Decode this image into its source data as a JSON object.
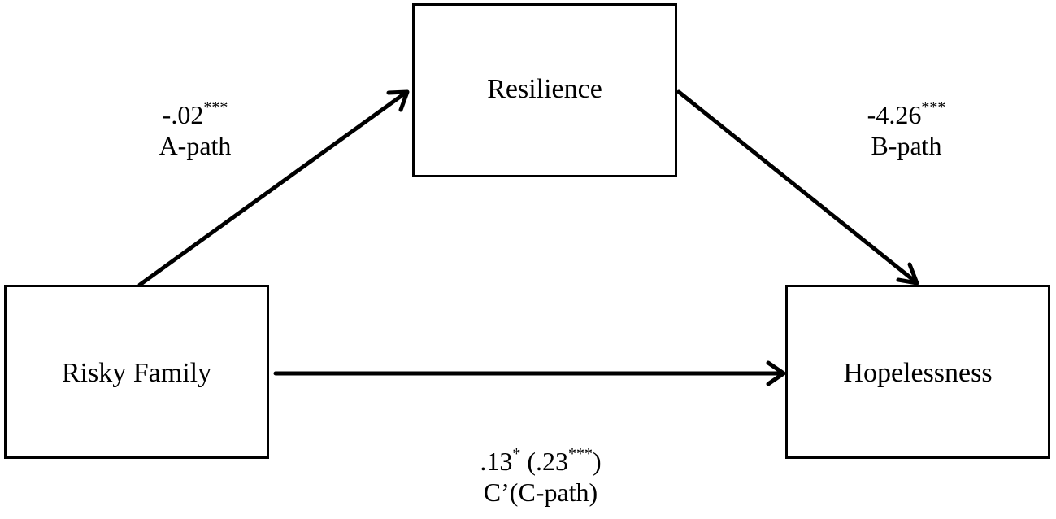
{
  "nodes": {
    "resilience": "Resilience",
    "risky_family": "Risky Family",
    "hopelessness": "Hopelessness"
  },
  "paths": {
    "a": {
      "coefficient": "-.02",
      "significance": "***",
      "label": "A-path"
    },
    "b": {
      "coefficient": "-4.26",
      "significance": "***",
      "label": "B-path"
    },
    "c": {
      "coefficient": ".13",
      "significance": "*",
      "total_prefix": "(.23",
      "total_significance": "***",
      "total_suffix": ")",
      "label": "C’(C-path)"
    }
  },
  "colors": {
    "line": "#000000",
    "background": "#ffffff"
  }
}
